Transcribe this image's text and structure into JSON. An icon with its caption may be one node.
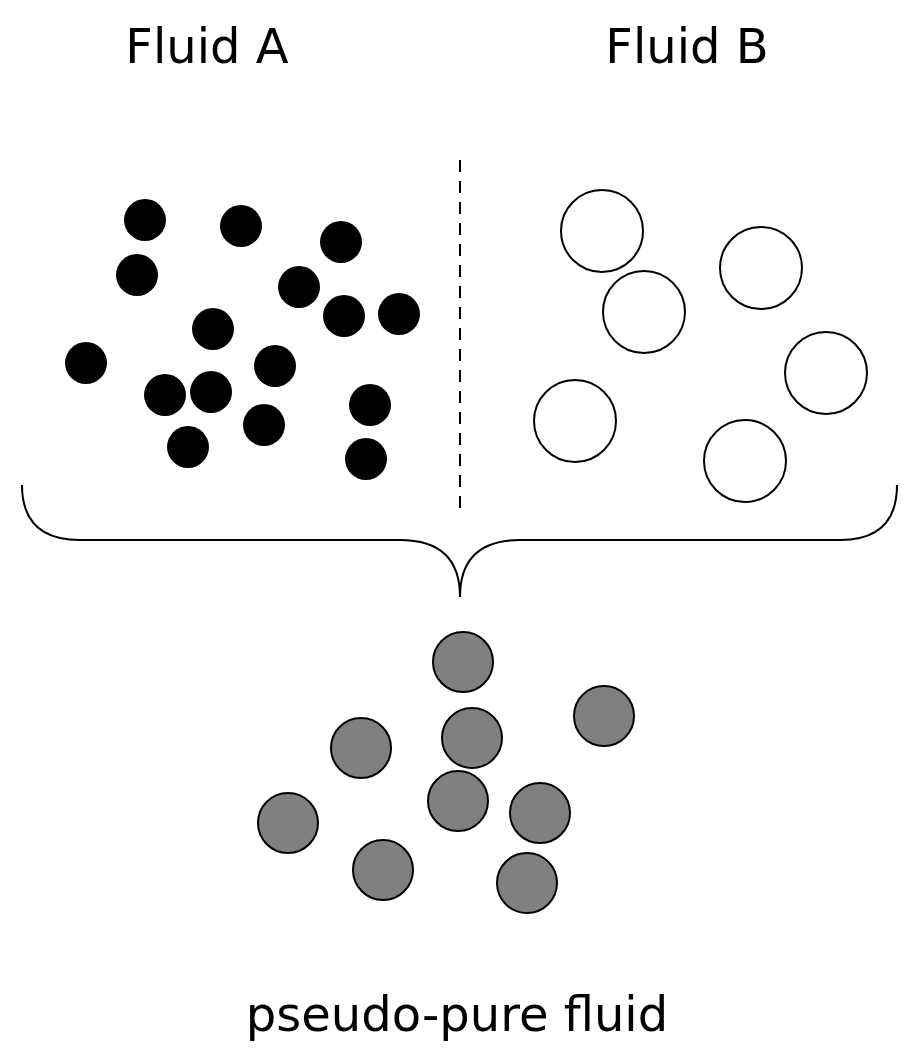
{
  "diagram": {
    "labels": [
      "Fluid A",
      "Fluid B",
      "pseudo-pure fluid"
    ]
  }
}
